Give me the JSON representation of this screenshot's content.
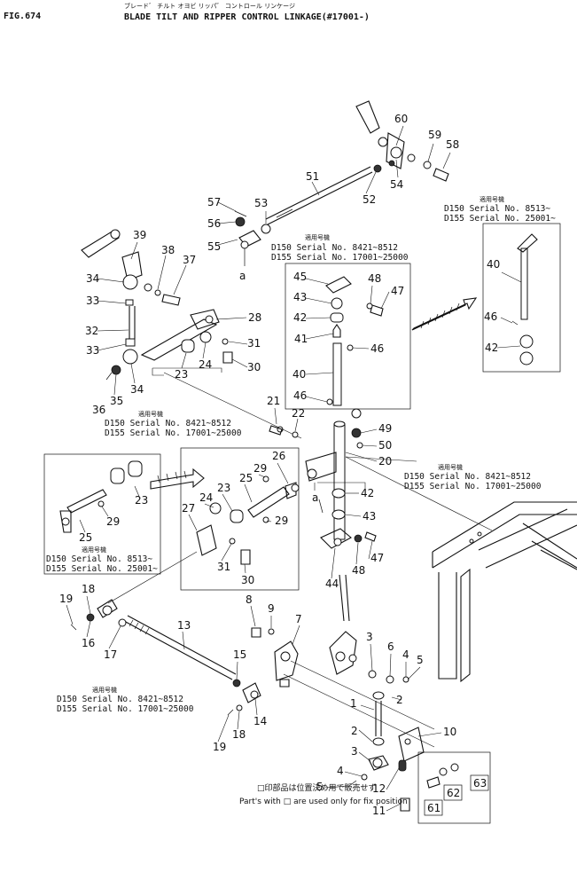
{
  "header": {
    "fig_number": "FIG.674",
    "title_jp": "ブレード゛ チルト オヨビ リッパ゛ コントロール リンケージ",
    "title": "BLADE TILT AND RIPPER CONTROL LINKAGE(#17001-)"
  },
  "serial_blocks": [
    {
      "heading": "適用号機",
      "line1": "D150  Serial No. 8513~",
      "line2": "D155  Serial No. 25001~"
    },
    {
      "heading": "適用号機",
      "line1": "D150  Serial No. 8421~8512",
      "line2": "D155  Serial No. 17001~25000"
    },
    {
      "heading": "適用号機",
      "line1": "D150  Serial No. 8421~8512",
      "line2": "D155  Serial No. 17001~25000"
    },
    {
      "heading": "適用号機",
      "line1": "D150  Serial No. 8421~8512",
      "line2": "D155  Serial No. 17001~25000"
    },
    {
      "heading": "適用号機",
      "line1": "D150  Serial No. 8513~",
      "line2": "D155  Serial No. 25001~"
    },
    {
      "heading": "適用号機",
      "line1": "D150  Serial No. 8421~8512",
      "line2": "D155  Serial No. 17001~25000"
    }
  ],
  "callouts": [
    "1",
    "2",
    "2",
    "3",
    "3",
    "4",
    "4",
    "5",
    "5",
    "6",
    "7",
    "8",
    "9",
    "10",
    "11",
    "12",
    "13",
    "14",
    "15",
    "16",
    "17",
    "18",
    "18",
    "19",
    "19",
    "20",
    "21",
    "22",
    "23",
    "23",
    "23",
    "24",
    "24",
    "25",
    "25",
    "26",
    "27",
    "28",
    "29",
    "29",
    "29",
    "30",
    "30",
    "31",
    "31",
    "32",
    "33",
    "33",
    "34",
    "34",
    "35",
    "36",
    "37",
    "38",
    "39",
    "40",
    "40",
    "41",
    "42",
    "42",
    "42",
    "43",
    "43",
    "44",
    "45",
    "46",
    "46",
    "46",
    "47",
    "47",
    "48",
    "48",
    "49",
    "50",
    "51",
    "52",
    "53",
    "54",
    "55",
    "56",
    "57",
    "58",
    "59",
    "60",
    "61",
    "62",
    "63"
  ],
  "reference_marks": [
    "a",
    "a"
  ],
  "footnote": {
    "jp": "□印部品は位置決め用で販売せず",
    "en": "Part's with □ are used only for fix position"
  }
}
